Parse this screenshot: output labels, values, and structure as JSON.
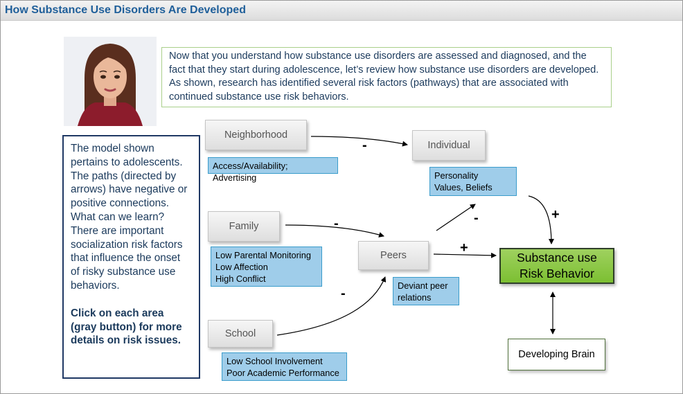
{
  "header": {
    "title": "How Substance Use Disorders Are Developed"
  },
  "intro": {
    "text": "Now that you understand how substance use disorders are assessed and diagnosed, and the fact that they start during adolescence, let’s review how substance use disorders are developed. As shown, research has identified several risk factors (pathways) that are associated with continued substance use risk behaviors."
  },
  "sidebar": {
    "text": "The model shown pertains to adolescents. The paths (directed by arrows) have  negative or positive connections. What can we learn? There are important socialization risk factors that influence the onset of risky substance use behaviors.",
    "cta": "Click on each area (gray button) for more details on risk issues."
  },
  "diagram": {
    "buttons": {
      "neighborhood": "Neighborhood",
      "individual": "Individual",
      "family": "Family",
      "peers": "Peers",
      "school": "School"
    },
    "info": {
      "neighborhood": [
        "Access/Availability; Advertising"
      ],
      "individual": [
        "Personality",
        "Values, Beliefs"
      ],
      "family": [
        "Low Parental Monitoring",
        "Low Affection",
        "High Conflict"
      ],
      "peers": [
        "Deviant peer",
        "relations"
      ],
      "school": [
        "Low School Involvement",
        "Poor Academic Performance"
      ]
    },
    "signs": {
      "neighborhood_individual": "-",
      "family_peers": "-",
      "school_peers": "-",
      "peers_individual": "-",
      "peers_outcome": "+",
      "individual_outcome": "+"
    },
    "outcome": {
      "line1": "Substance use",
      "line2": "Risk Behavior"
    },
    "brain": "Developing Brain"
  },
  "colors": {
    "title": "#1f5f9a",
    "info_fill": "#9fcdea",
    "outcome_fill": "#8cc63f",
    "intro_border": "#a9cf8a",
    "sidebar_border": "#1f3864"
  }
}
